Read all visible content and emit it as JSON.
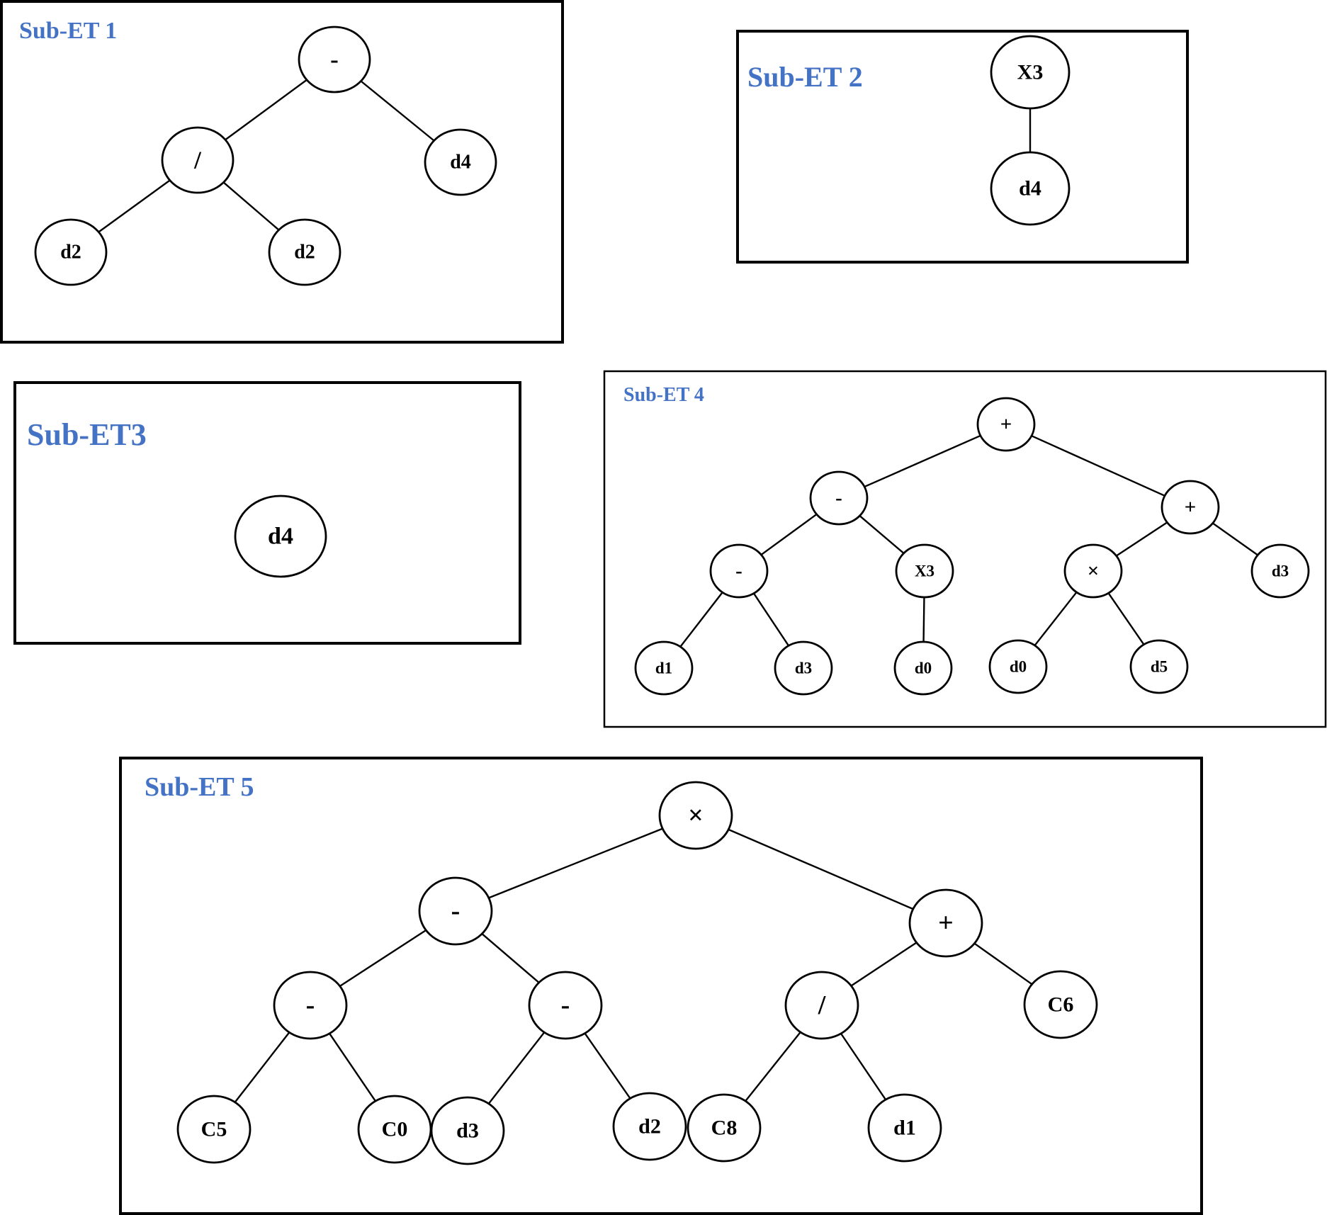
{
  "colors": {
    "title": "#4472C4",
    "stroke": "#000000",
    "background": "#ffffff"
  },
  "panels": [
    {
      "title": "Sub-ET 1",
      "nodes": [
        {
          "id": "n0",
          "label": "-"
        },
        {
          "id": "n1",
          "label": "/"
        },
        {
          "id": "n2",
          "label": "d4"
        },
        {
          "id": "n3",
          "label": "d2"
        },
        {
          "id": "n4",
          "label": "d2"
        }
      ],
      "edges": [
        [
          "n0",
          "n1"
        ],
        [
          "n0",
          "n2"
        ],
        [
          "n1",
          "n3"
        ],
        [
          "n1",
          "n4"
        ]
      ]
    },
    {
      "title": "Sub-ET 2",
      "nodes": [
        {
          "id": "n0",
          "label": "X3"
        },
        {
          "id": "n1",
          "label": "d4"
        }
      ],
      "edges": [
        [
          "n0",
          "n1"
        ]
      ]
    },
    {
      "title": "Sub-ET3",
      "nodes": [
        {
          "id": "n0",
          "label": "d4"
        }
      ],
      "edges": []
    },
    {
      "title": "Sub-ET 4",
      "nodes": [
        {
          "id": "n0",
          "label": "+"
        },
        {
          "id": "n1",
          "label": "-"
        },
        {
          "id": "n2",
          "label": "+"
        },
        {
          "id": "n3",
          "label": "-"
        },
        {
          "id": "n4",
          "label": "X3"
        },
        {
          "id": "n5",
          "label": "×"
        },
        {
          "id": "n6",
          "label": "d3"
        },
        {
          "id": "n7",
          "label": "d1"
        },
        {
          "id": "n8",
          "label": "d3"
        },
        {
          "id": "n9",
          "label": "d0"
        },
        {
          "id": "n10",
          "label": "d0"
        },
        {
          "id": "n11",
          "label": "d5"
        }
      ],
      "edges": [
        [
          "n0",
          "n1"
        ],
        [
          "n0",
          "n2"
        ],
        [
          "n1",
          "n3"
        ],
        [
          "n1",
          "n4"
        ],
        [
          "n2",
          "n5"
        ],
        [
          "n2",
          "n6"
        ],
        [
          "n3",
          "n7"
        ],
        [
          "n3",
          "n8"
        ],
        [
          "n4",
          "n9"
        ],
        [
          "n5",
          "n10"
        ],
        [
          "n5",
          "n11"
        ]
      ]
    },
    {
      "title": "Sub-ET 5",
      "nodes": [
        {
          "id": "n0",
          "label": "×"
        },
        {
          "id": "n1",
          "label": "-"
        },
        {
          "id": "n2",
          "label": "+"
        },
        {
          "id": "n3",
          "label": "-"
        },
        {
          "id": "n4",
          "label": "-"
        },
        {
          "id": "n5",
          "label": "/"
        },
        {
          "id": "n6",
          "label": "C6"
        },
        {
          "id": "n7",
          "label": "C5"
        },
        {
          "id": "n8",
          "label": "C0"
        },
        {
          "id": "n9",
          "label": "d3"
        },
        {
          "id": "n10",
          "label": "d2"
        },
        {
          "id": "n11",
          "label": "C8"
        },
        {
          "id": "n12",
          "label": "d1"
        }
      ],
      "edges": [
        [
          "n0",
          "n1"
        ],
        [
          "n0",
          "n2"
        ],
        [
          "n1",
          "n3"
        ],
        [
          "n1",
          "n4"
        ],
        [
          "n2",
          "n5"
        ],
        [
          "n2",
          "n6"
        ],
        [
          "n3",
          "n7"
        ],
        [
          "n3",
          "n8"
        ],
        [
          "n4",
          "n9"
        ],
        [
          "n4",
          "n10"
        ],
        [
          "n5",
          "n11"
        ],
        [
          "n5",
          "n12"
        ]
      ]
    }
  ]
}
